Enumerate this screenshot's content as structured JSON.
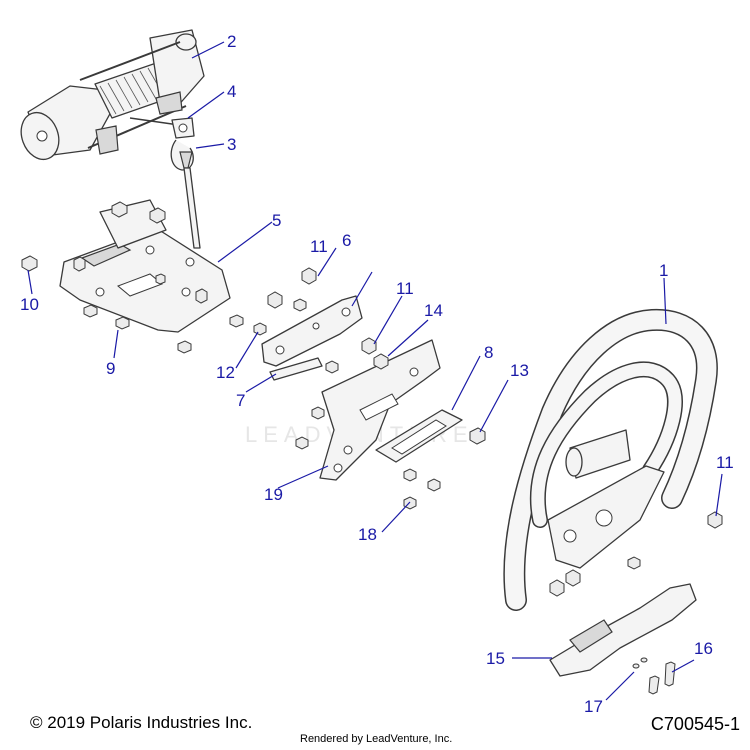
{
  "diagram": {
    "callouts": {
      "c1": "1",
      "c2": "2",
      "c3": "3",
      "c4": "4",
      "c5": "5",
      "c6": "6",
      "c7": "7",
      "c8": "8",
      "c9": "9",
      "c10": "10",
      "c11a": "11",
      "c11b": "11",
      "c11c": "11",
      "c12": "12",
      "c13": "13",
      "c14": "14",
      "c15": "15",
      "c16": "16",
      "c17": "17",
      "c18": "18",
      "c19": "19"
    },
    "watermark": "LEADVENTURE"
  },
  "footer": {
    "copyright": "© 2019 Polaris Industries Inc.",
    "rendered_by": "Rendered by LeadVenture, Inc.",
    "diagram_code": "C700545-1"
  }
}
